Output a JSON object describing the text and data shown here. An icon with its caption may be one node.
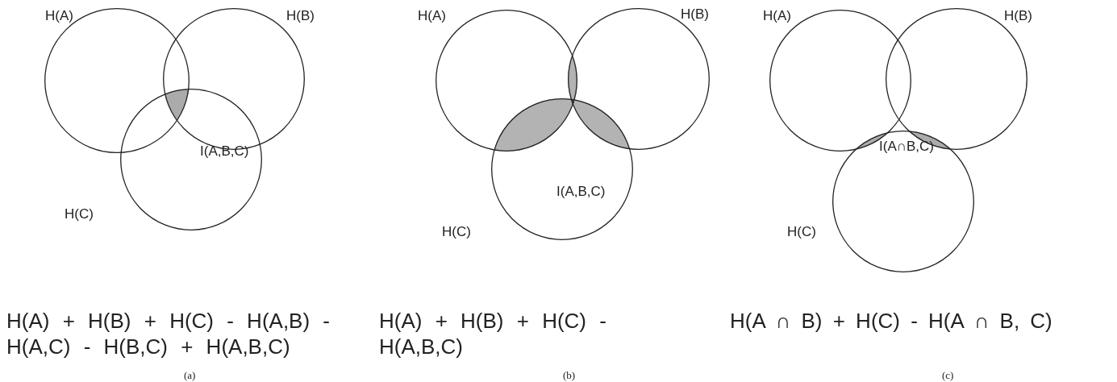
{
  "diagram": {
    "labels": [
      "H(A)",
      "H(B)",
      "I(A,B,C)",
      "H(C)",
      "H(A)",
      "H(B)",
      "I(A,B,C)",
      "H(C)",
      "H(A)",
      "H(B)",
      "I(A∩B,C)",
      "H(C)",
      "H(A) + H(B) + H(C) - H(A,B) - H(A,C) - H(B,C) + H(A,B,C)",
      "H(A) + H(B) + H(C) - H(A,B,C)",
      "H(A ∩ B) + H(C) - H(A ∩ B, C)",
      "(a)",
      "(b)",
      "(c)"
    ]
  }
}
